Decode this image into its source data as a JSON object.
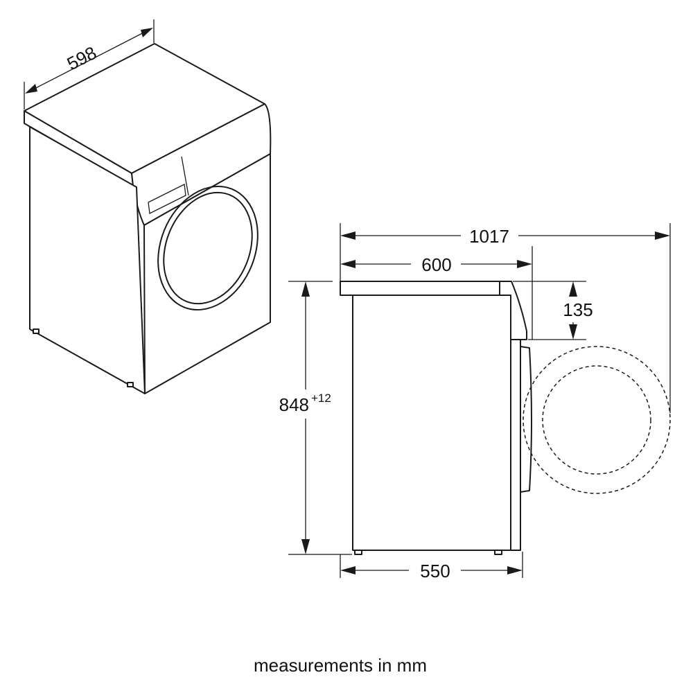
{
  "dimensions": {
    "width_label": "598",
    "depth_total_label": "1017",
    "depth_body_label": "600",
    "depth_base_label": "550",
    "top_height_label": "135",
    "height_label": "848",
    "height_tolerance_label": "+12"
  },
  "caption": "measurements in mm"
}
